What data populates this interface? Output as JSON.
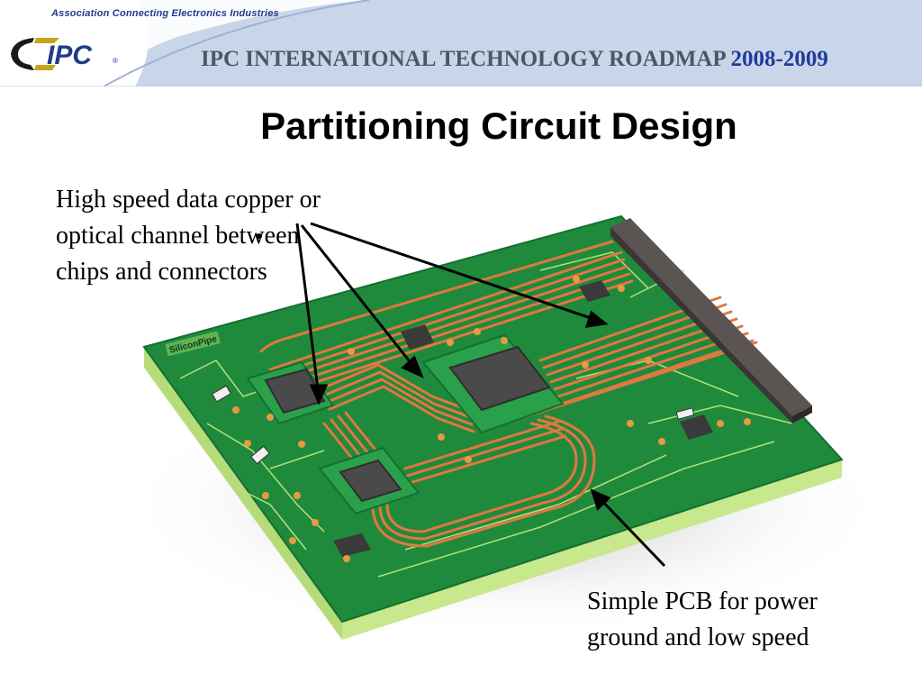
{
  "header": {
    "tagline": "Association Connecting Electronics Industries",
    "logo_text": "IPC",
    "roadmap_title": "IPC INTERNATIONAL TECHNOLOGY ROADMAP",
    "roadmap_years": "2008-2009",
    "accent_color": "#1f3c9a",
    "band_color": "#c8d4e8"
  },
  "slide": {
    "title": "Partitioning Circuit Design"
  },
  "board": {
    "silkscreen_label": "SiliconPipe",
    "board_color": "#1f8a3c",
    "edge_color": "#b6dc7a",
    "trace_color": "#e07840",
    "chip_color": "#4a4a4a"
  },
  "annotations": {
    "high_speed": "High speed data copper or optical channel between chips and connectors",
    "simple_pcb": "Simple PCB for power ground and low speed"
  }
}
